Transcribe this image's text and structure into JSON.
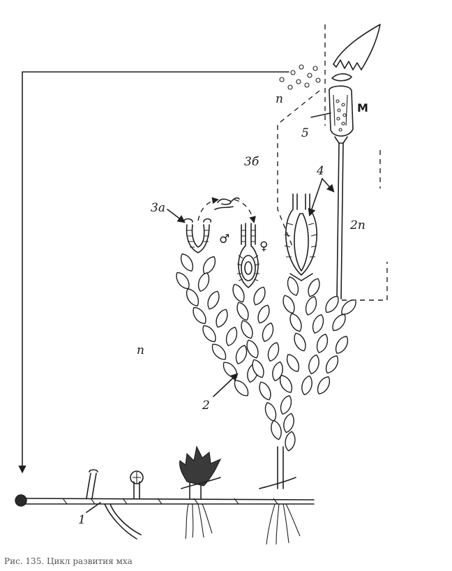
{
  "labels": {
    "haploid_top": "n",
    "haploid_mid": "n",
    "diploid": "2n",
    "antheridium_num": "3a",
    "archegonium_num": "3б",
    "capsule_letter": "M",
    "sporophyte_num": "4",
    "capsule_num": "5",
    "gametophyte_num": "2",
    "protonema_num": "1",
    "male_symbol": "♂",
    "female_symbol": "♀"
  },
  "caption": "Рис. 135. Цикл развития мха"
}
